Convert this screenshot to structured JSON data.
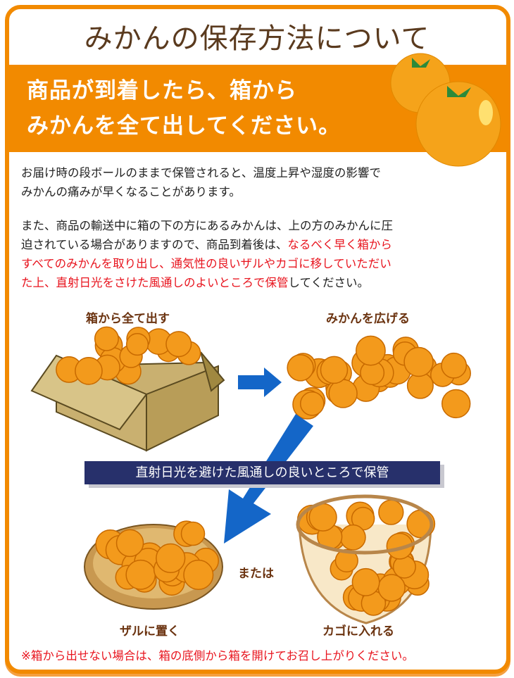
{
  "title": "みかんの保存方法について",
  "banner": {
    "line1": "商品が到着したら、箱から",
    "line2": "みかんを全て出してください。"
  },
  "paragraph1": {
    "line1": "お届け時の段ボールのままで保管されると、温度上昇や湿度の影響で",
    "line2": "みかんの痛みが早くなることがあります。"
  },
  "paragraph2": {
    "normal1": "また、商品の輸送中に箱の下の方にあるみかんは、上の方のみかんに圧",
    "normal2": "迫されている場合がありますので、商品到着後は、",
    "red1": "なるべく早く箱から",
    "red2": "すべてのみかんを取り出し、通気性の良いザルやカゴに移していただい",
    "red3": "た上、直射日光をさけた風通しのよいところで保管",
    "normal3": "してください。"
  },
  "steps": {
    "step1": "箱から全て出す",
    "step2": "みかんを広げる",
    "banner": "直射日光を避けた風通しの良いところで保管",
    "option1": "ザルに置く",
    "or": "または",
    "option2": "カゴに入れる"
  },
  "footnote": "※箱から出せない場合は、箱の底側から箱を開けてお召し上がりください。",
  "colors": {
    "orange": "#f28a00",
    "red": "#e8141e",
    "navy": "#27306b",
    "arrow": "#1466c8",
    "brown": "#6b3310"
  }
}
